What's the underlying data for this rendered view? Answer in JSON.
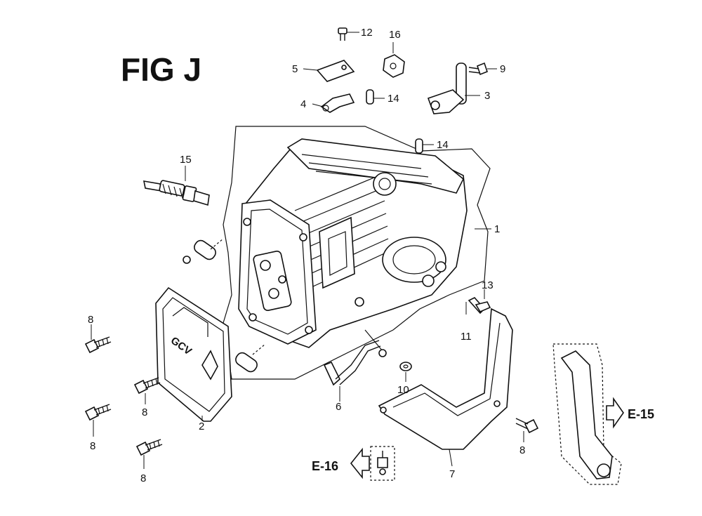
{
  "figure": {
    "title": "FIG J"
  },
  "callouts": {
    "c1": "1",
    "c2": "2",
    "c3": "3",
    "c4": "4",
    "c5": "5",
    "c6": "6",
    "c7": "7",
    "c8a": "8",
    "c8b": "8",
    "c8c": "8",
    "c8d": "8",
    "c8e": "8",
    "c9": "9",
    "c10": "10",
    "c11": "11",
    "c12": "12",
    "c13": "13",
    "c14a": "14",
    "c14b": "14",
    "c15": "15",
    "c16": "16"
  },
  "references": {
    "e15": "E-15",
    "e16": "E-16"
  },
  "cover_marking": "GCV"
}
